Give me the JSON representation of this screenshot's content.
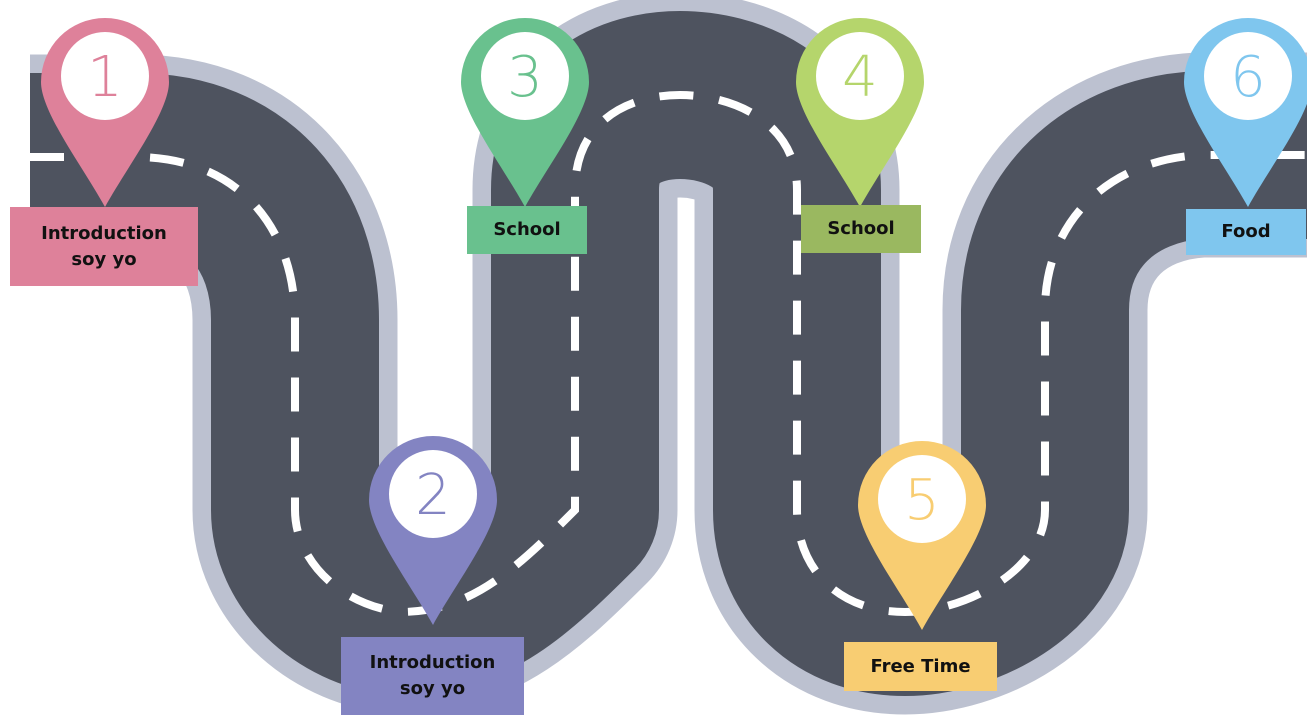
{
  "stops": [
    {
      "number": "1",
      "label_lines": [
        "Introduction",
        "soy yo"
      ],
      "color": "#de819a"
    },
    {
      "number": "2",
      "label_lines": [
        "Introduction",
        "soy yo"
      ],
      "color": "#8384c2"
    },
    {
      "number": "3",
      "label_lines": [
        "School"
      ],
      "color": "#69c18e"
    },
    {
      "number": "4",
      "label_lines": [
        "School"
      ],
      "color": "#b5d56c"
    },
    {
      "number": "5",
      "label_lines": [
        "Free Time"
      ],
      "color": "#f8cd72"
    },
    {
      "number": "6",
      "label_lines": [
        "Food"
      ],
      "color": "#7fc6ee"
    }
  ],
  "label_colors": [
    "#de819a",
    "#8384c2",
    "#69c18e",
    "#9ab860",
    "#f8cd72",
    "#7fc6ee"
  ],
  "road": {
    "surface_color": "#4e535f",
    "edge_color": "#bcc1d0",
    "lane_color": "#ffffff"
  }
}
